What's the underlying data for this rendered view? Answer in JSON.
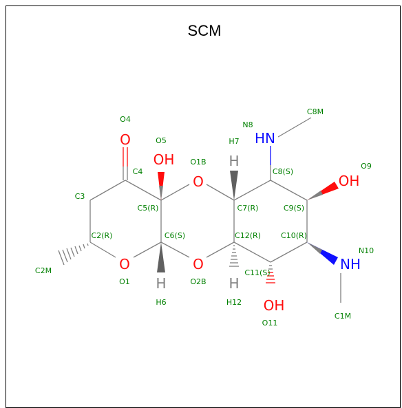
{
  "title": "SCM",
  "colors": {
    "oxygen": "#ff0d0d",
    "nitrogen": "#1010ff",
    "carbon_bond": "#808080",
    "hydrogen": "#808080",
    "label": "#008000"
  },
  "atom_symbols": {
    "O_carbonyl": "O",
    "OH_5": "OH",
    "O_ring_1B": "O",
    "O_ring_2B": "O",
    "O_ring_1": "O",
    "H_6": "H",
    "H_7": "H",
    "H_12": "H",
    "NH_8": "HN",
    "OH_9": "OH",
    "NH_10": "NH",
    "OH_11": "OH"
  },
  "atom_labels": {
    "O4": "O4",
    "O5": "O5",
    "O1B": "O1B",
    "H7": "H7",
    "N8": "N8",
    "C8M": "C8M",
    "O9": "O9",
    "C4": "C4",
    "C3": "C3",
    "C5": "C5(R)",
    "C7": "C7(R)",
    "C8": "C8(S)",
    "C9": "C9(S)",
    "C2": "C2(R)",
    "C6": "C6(S)",
    "C12": "C12(R)",
    "C10": "C10(R)",
    "N10": "N10",
    "C2M": "C2M",
    "C11": "C11(S)",
    "O1": "O1",
    "O2B": "O2B",
    "H6": "H6",
    "H12": "H12",
    "O11": "O11",
    "C1M": "C1M"
  }
}
